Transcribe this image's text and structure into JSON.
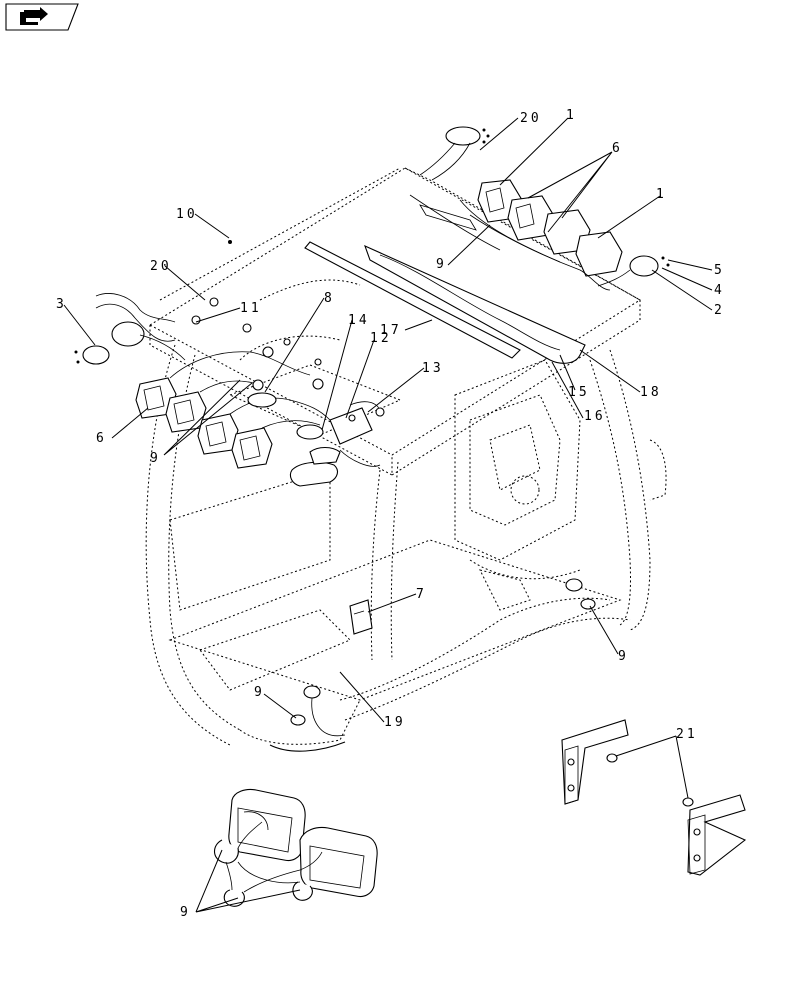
{
  "nav": {
    "icon": "arrow-right-icon"
  },
  "callouts": {
    "c1_top": "1",
    "c1_right": "1",
    "c2": "2",
    "c3": "3",
    "c4": "4",
    "c5": "5",
    "c6_top": "6",
    "c6_left": "6",
    "c7": "7",
    "c8": "8",
    "c9_center": "9",
    "c9_left": "9",
    "c9_right": "9",
    "c9_floor": "9",
    "c9_detail": "9",
    "c10": "10",
    "c11": "11",
    "c12": "12",
    "c13": "13",
    "c14": "14",
    "c15": "15",
    "c16": "16",
    "c17": "17",
    "c18": "18",
    "c19": "19",
    "c20_top": "20",
    "c20_left": "20",
    "c21": "21"
  }
}
